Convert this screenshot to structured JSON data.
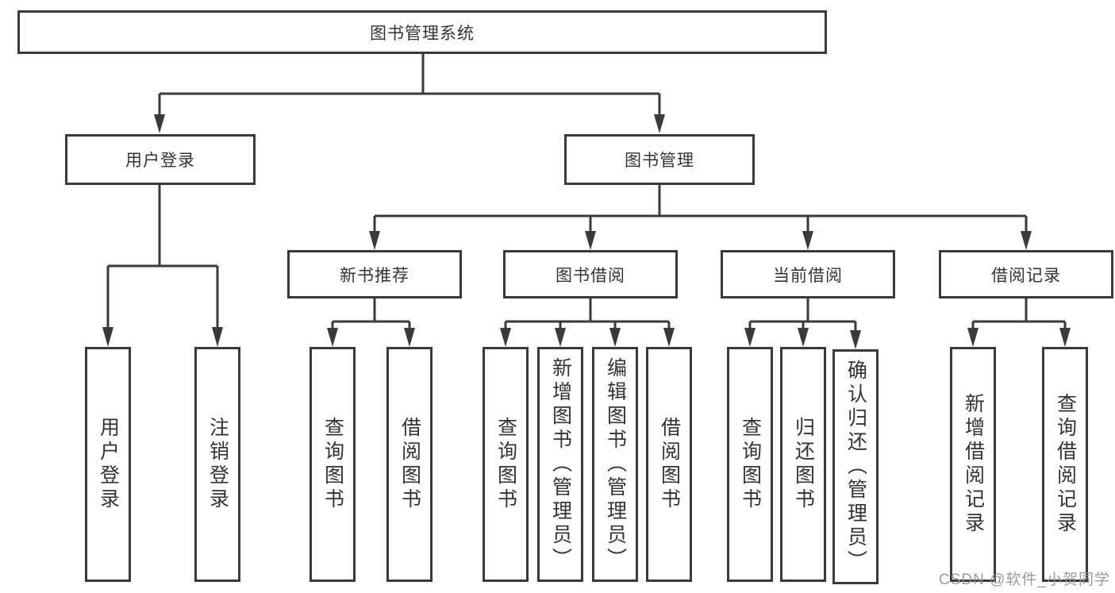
{
  "diagram": {
    "root_label": "图书管理系统",
    "level2": [
      "用户登录",
      "图书管理"
    ],
    "level3": [
      "新书推荐",
      "图书借阅",
      "当前借阅",
      "借阅记录"
    ],
    "leaves": {
      "login": [
        "用户登录",
        "注销登录"
      ],
      "new_book_recommend": [
        "查询图书",
        "借阅图书"
      ],
      "book_borrow": [
        "查询图书",
        "新增图书（管理员）",
        "编辑图书（管理员）",
        "借阅图书"
      ],
      "current_borrow": [
        "查询图书",
        "归还图书",
        "确认归还（管理员）"
      ],
      "borrow_records": [
        "新增借阅记录",
        "查询借阅记录"
      ]
    }
  },
  "watermark": {
    "text": "CSDN @软件_小贺同学"
  },
  "colors": {
    "line": "#3a3a3a",
    "text": "#333333",
    "watermark": "#949494",
    "background": "#ffffff"
  }
}
